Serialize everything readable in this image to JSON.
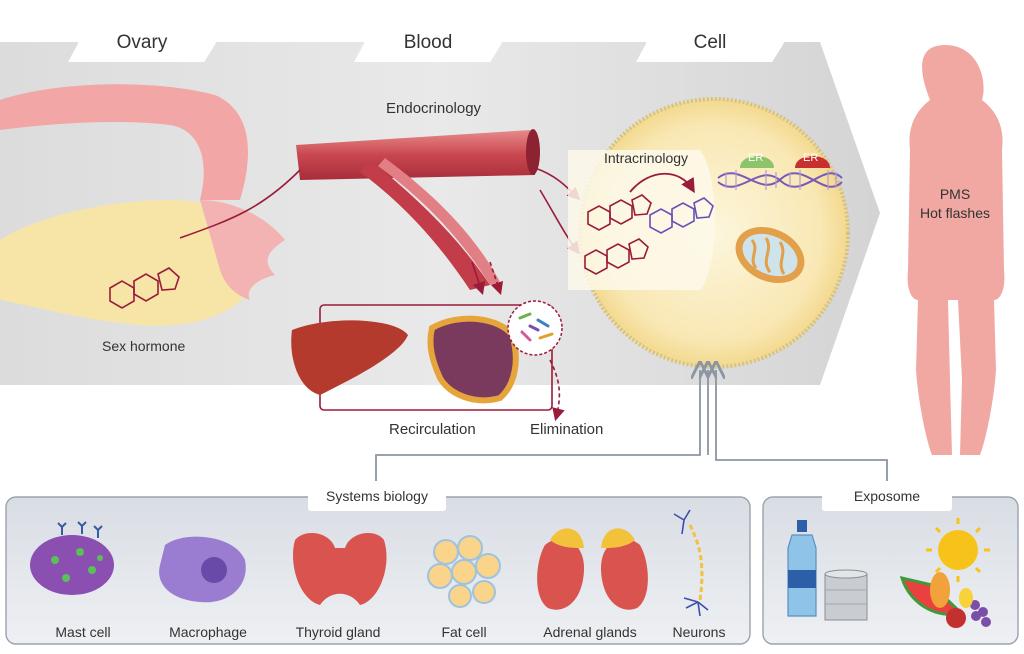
{
  "headers": {
    "ovary": "Ovary",
    "blood": "Blood",
    "cell": "Cell"
  },
  "labels": {
    "endocrinology": "Endocrinology",
    "intracrinology": "Intracrinology",
    "sex_hormone": "Sex hormone",
    "recirculation": "Recirculation",
    "elimination": "Elimination",
    "er_1": "ER",
    "er_2": "ER",
    "body_symptoms": [
      "PMS",
      "Hot flashes"
    ]
  },
  "systems_biology": {
    "title": "Systems biology",
    "items": [
      "Mast cell",
      "Macrophage",
      "Thyroid gland",
      "Fat cell",
      "Adrenal glands",
      "Neurons"
    ]
  },
  "exposome": {
    "title": "Exposome"
  },
  "colors": {
    "hormone_line": "#9b1b3a",
    "arrow_grey": "#8a96a3",
    "cell_fill": "#fbefc6",
    "body_skin": "#f1a8a3",
    "panel_bg": "#e3e6ec"
  }
}
